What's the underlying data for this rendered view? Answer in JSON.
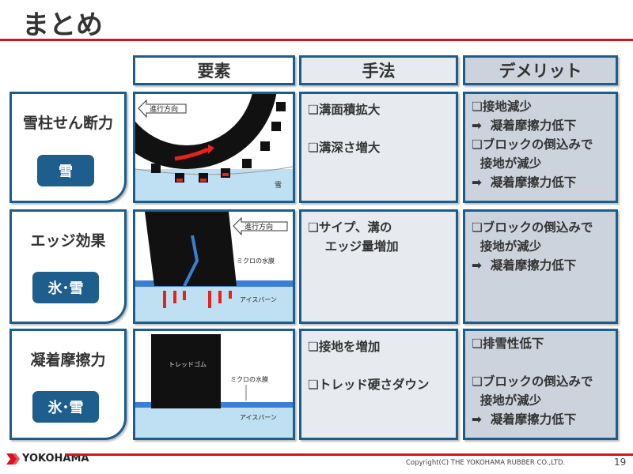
{
  "title": "まとめ",
  "headers": [
    "要素",
    "手法",
    "デメリット"
  ],
  "rows": [
    {
      "label": "雪柱せん断力",
      "badge": "雪",
      "illustration": {
        "direction": "進行方向",
        "ground": "雪"
      },
      "methods": [
        "❏溝面積拡大",
        "",
        "❏溝深さ増大"
      ],
      "demerits": [
        "❏接地減少",
        "➡  凝着摩擦力低下",
        "❏ブロックの倒込みで",
        "  接地が減少",
        "➡  凝着摩擦力低下"
      ]
    },
    {
      "label": "エッジ効果",
      "badge": "氷･雪",
      "illustration": {
        "direction": "進行方向",
        "film": "ミクロの水膜",
        "ice": "アイスバーン"
      },
      "methods": [
        "❏サイプ、溝の",
        "    エッジ量増加"
      ],
      "demerits": [
        "❏ブロックの倒込みで",
        "  接地が減少",
        "➡  凝着摩擦力低下"
      ]
    },
    {
      "label": "凝着摩擦力",
      "badge": "氷･雪",
      "illustration": {
        "tread": "トレッドゴム",
        "film": "ミクロの水膜",
        "ice": "アイスバーン"
      },
      "methods": [
        "❏接地を増加",
        "",
        "❏トレッド硬さダウン"
      ],
      "demerits": [
        "❏排雪性低下",
        "",
        "❏ブロックの倒込みで",
        "  接地が減少",
        "➡  凝着摩擦力低下"
      ]
    }
  ],
  "footer": {
    "brand": "YOKOHAMA",
    "copyright": "Copyright(C) THE YOKOHAMA RUBBER CO.,LTD.",
    "page": "19"
  },
  "colors": {
    "accent_red": "#d6121d",
    "border_blue": "#1b5d8c"
  }
}
